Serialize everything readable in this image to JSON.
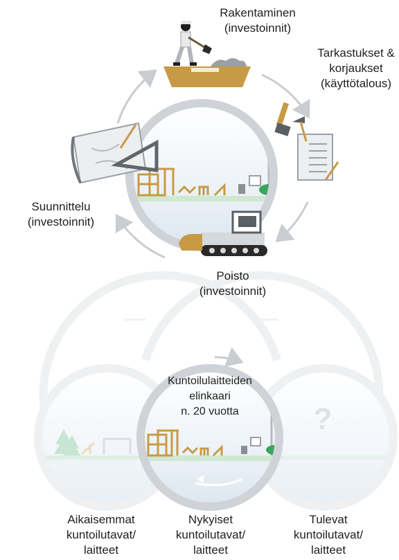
{
  "top_cycle": {
    "construction": {
      "line1": "Rakentaminen",
      "line2": "(investoinnit)"
    },
    "inspection": {
      "line1": "Tarkastukset &",
      "line2": "korjaukset",
      "line3": "(käyttötalous)"
    },
    "planning": {
      "line1": "Suunnittelu",
      "line2": "(investoinnit)"
    },
    "removal": {
      "line1": "Poisto",
      "line2": "(investoinnit)"
    }
  },
  "bottom_timeline": {
    "center": {
      "line1": "Kuntoilulaitteiden",
      "line2": "elinkaari",
      "line3": "n. 20 vuotta"
    },
    "previous": {
      "line1": "Aikaisemmat",
      "line2": "kuntoilutavat/",
      "line3": "laitteet"
    },
    "current": {
      "line1": "Nykyiset",
      "line2": "kuntoilutavat/",
      "line3": "laitteet"
    },
    "future": {
      "line1": "Tulevat",
      "line2": "kuntoilutavat/",
      "line3": "laitteet",
      "symbol": "?"
    }
  },
  "colors": {
    "ring": "#cfd3d7",
    "arrow": "#c9cdd1",
    "gold": "#c79a45",
    "green": "#3aa55d",
    "ground": "#cfe8d2",
    "grey": "#9aa0a6"
  }
}
